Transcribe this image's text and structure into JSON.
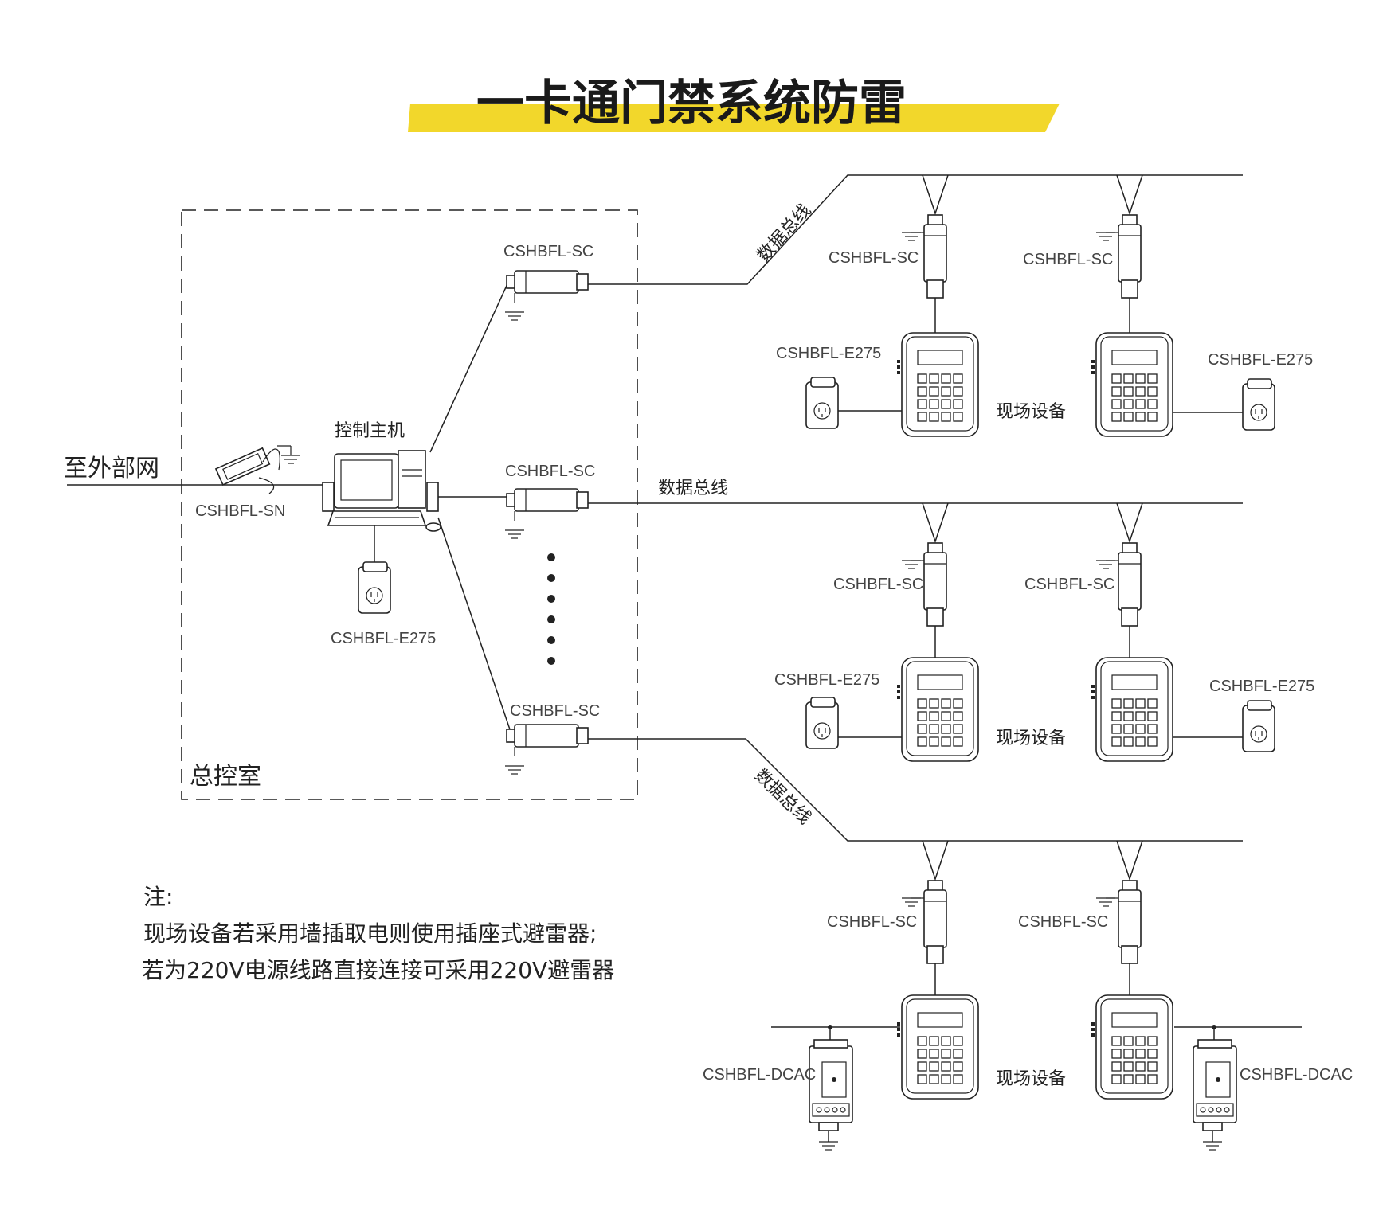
{
  "title": "一卡通门禁系统防雷",
  "labels": {
    "external_network": "至外部网",
    "control_host": "控制主机",
    "control_room": "总控室",
    "data_bus": "数据总线",
    "field_device": "现场设备",
    "sn": "CSHBFL-SN",
    "sc": "CSHBFL-SC",
    "e275": "CSHBFL-E275",
    "dcac": "CSHBFL-DCAC"
  },
  "note": {
    "head": "注:",
    "line1": "现场设备若采用墙插取电则使用插座式避雷器;",
    "line2": "若为220V电源线路直接连接可采用220V避雷器"
  },
  "colors": {
    "title_band": "#f2d72b",
    "line": "#222222"
  }
}
